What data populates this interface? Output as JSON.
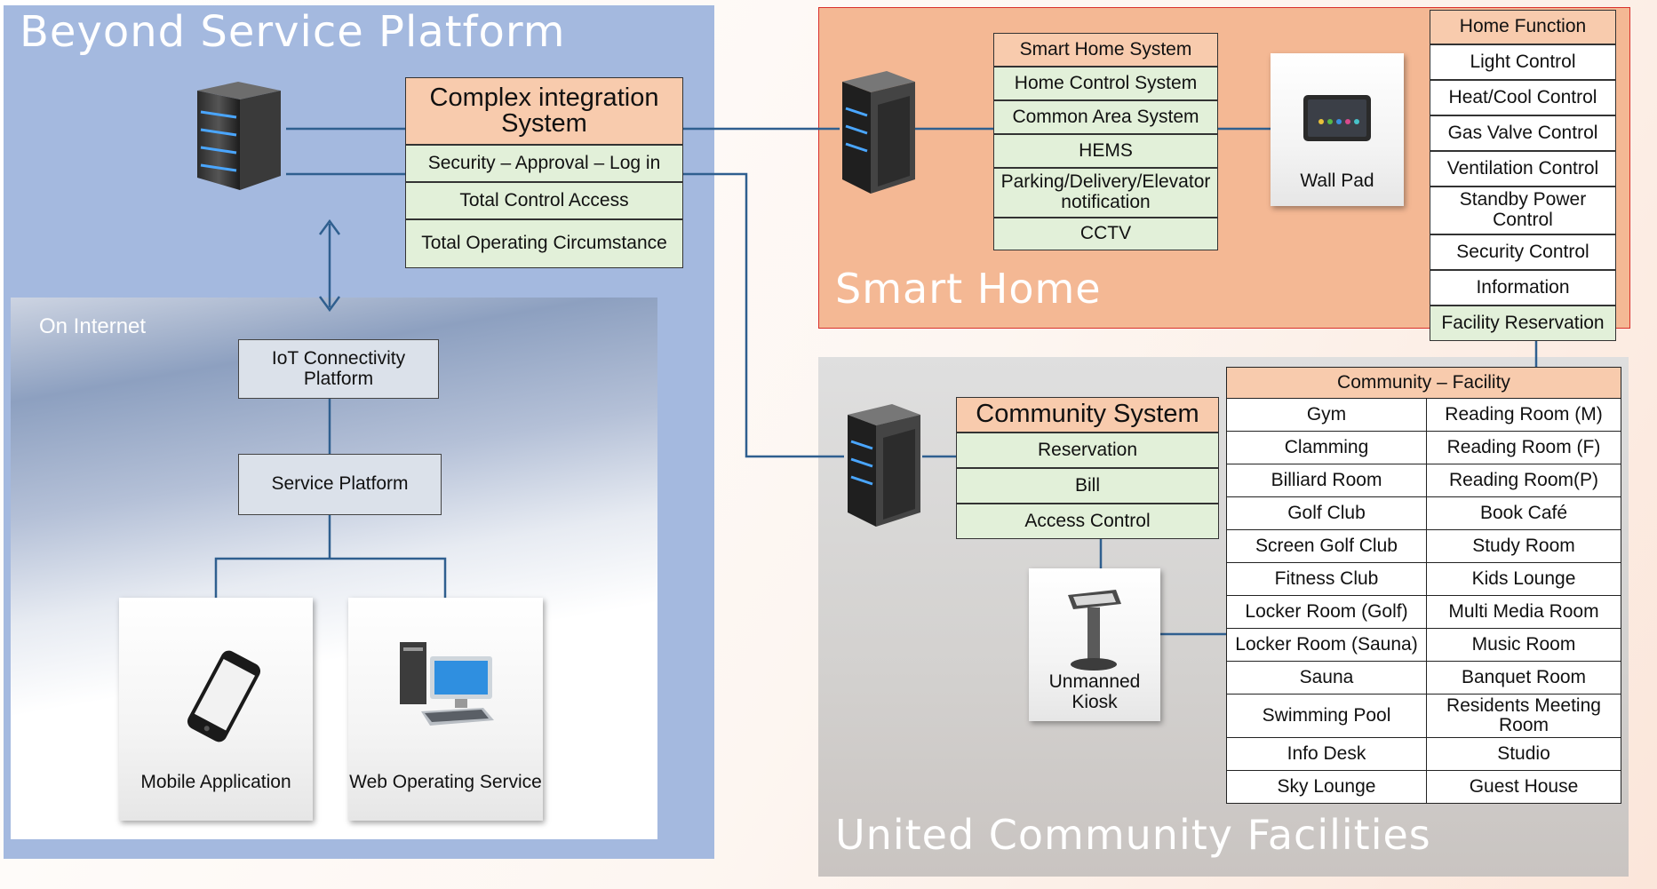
{
  "beyond": {
    "title": "Beyond Service Platform",
    "complex_system": {
      "title": "Complex integration System",
      "items": [
        "Security – Approval – Log in",
        "Total Control Access",
        "Total Operating Circumstance"
      ]
    }
  },
  "internet": {
    "title": "On Internet",
    "iot": "IoT Connectivity Platform",
    "service_platform": "Service Platform",
    "mobile": "Mobile Application",
    "web": "Web Operating Service"
  },
  "smart_home": {
    "title": "Smart Home",
    "systems": [
      "Smart Home System",
      "Home Control System",
      "Common Area System",
      "HEMS",
      "Parking/Delivery/Elevator notification",
      "CCTV"
    ],
    "wall_pad": "Wall Pad",
    "home_function": {
      "header": "Home Function",
      "items": [
        "Light Control",
        "Heat/Cool Control",
        "Gas Valve Control",
        "Ventilation Control",
        "Standby Power Control",
        "Security Control",
        "Information",
        "Facility Reservation"
      ]
    }
  },
  "community": {
    "title": "United Community Facilities",
    "system": {
      "title": "Community System",
      "items": [
        "Reservation",
        "Bill",
        "Access Control"
      ]
    },
    "kiosk": "Unmanned Kiosk",
    "facility": {
      "header": "Community – Facility",
      "rows": [
        [
          "Gym",
          "Reading Room (M)"
        ],
        [
          "Clamming",
          "Reading Room (F)"
        ],
        [
          "Billiard Room",
          "Reading Room(P)"
        ],
        [
          "Golf Club",
          "Book Café"
        ],
        [
          "Screen Golf Club",
          "Study Room"
        ],
        [
          "Fitness Club",
          "Kids Lounge"
        ],
        [
          "Locker Room (Golf)",
          "Multi Media Room"
        ],
        [
          "Locker Room (Sauna)",
          "Music Room"
        ],
        [
          "Sauna",
          "Banquet Room"
        ],
        [
          "Swimming Pool",
          "Residents Meeting Room"
        ],
        [
          "Info Desk",
          "Studio"
        ],
        [
          "Sky Lounge",
          "Guest House"
        ]
      ]
    }
  },
  "colors": {
    "beyond_bg": "#a4b9df",
    "smart_home_bg": "#f4b894",
    "smart_home_border": "#d9312c",
    "community_bg": "#d3d1cf",
    "header_fill": "#f8cbad",
    "item_fill": "#e2f0d9",
    "connector": "#2f5f8f"
  }
}
